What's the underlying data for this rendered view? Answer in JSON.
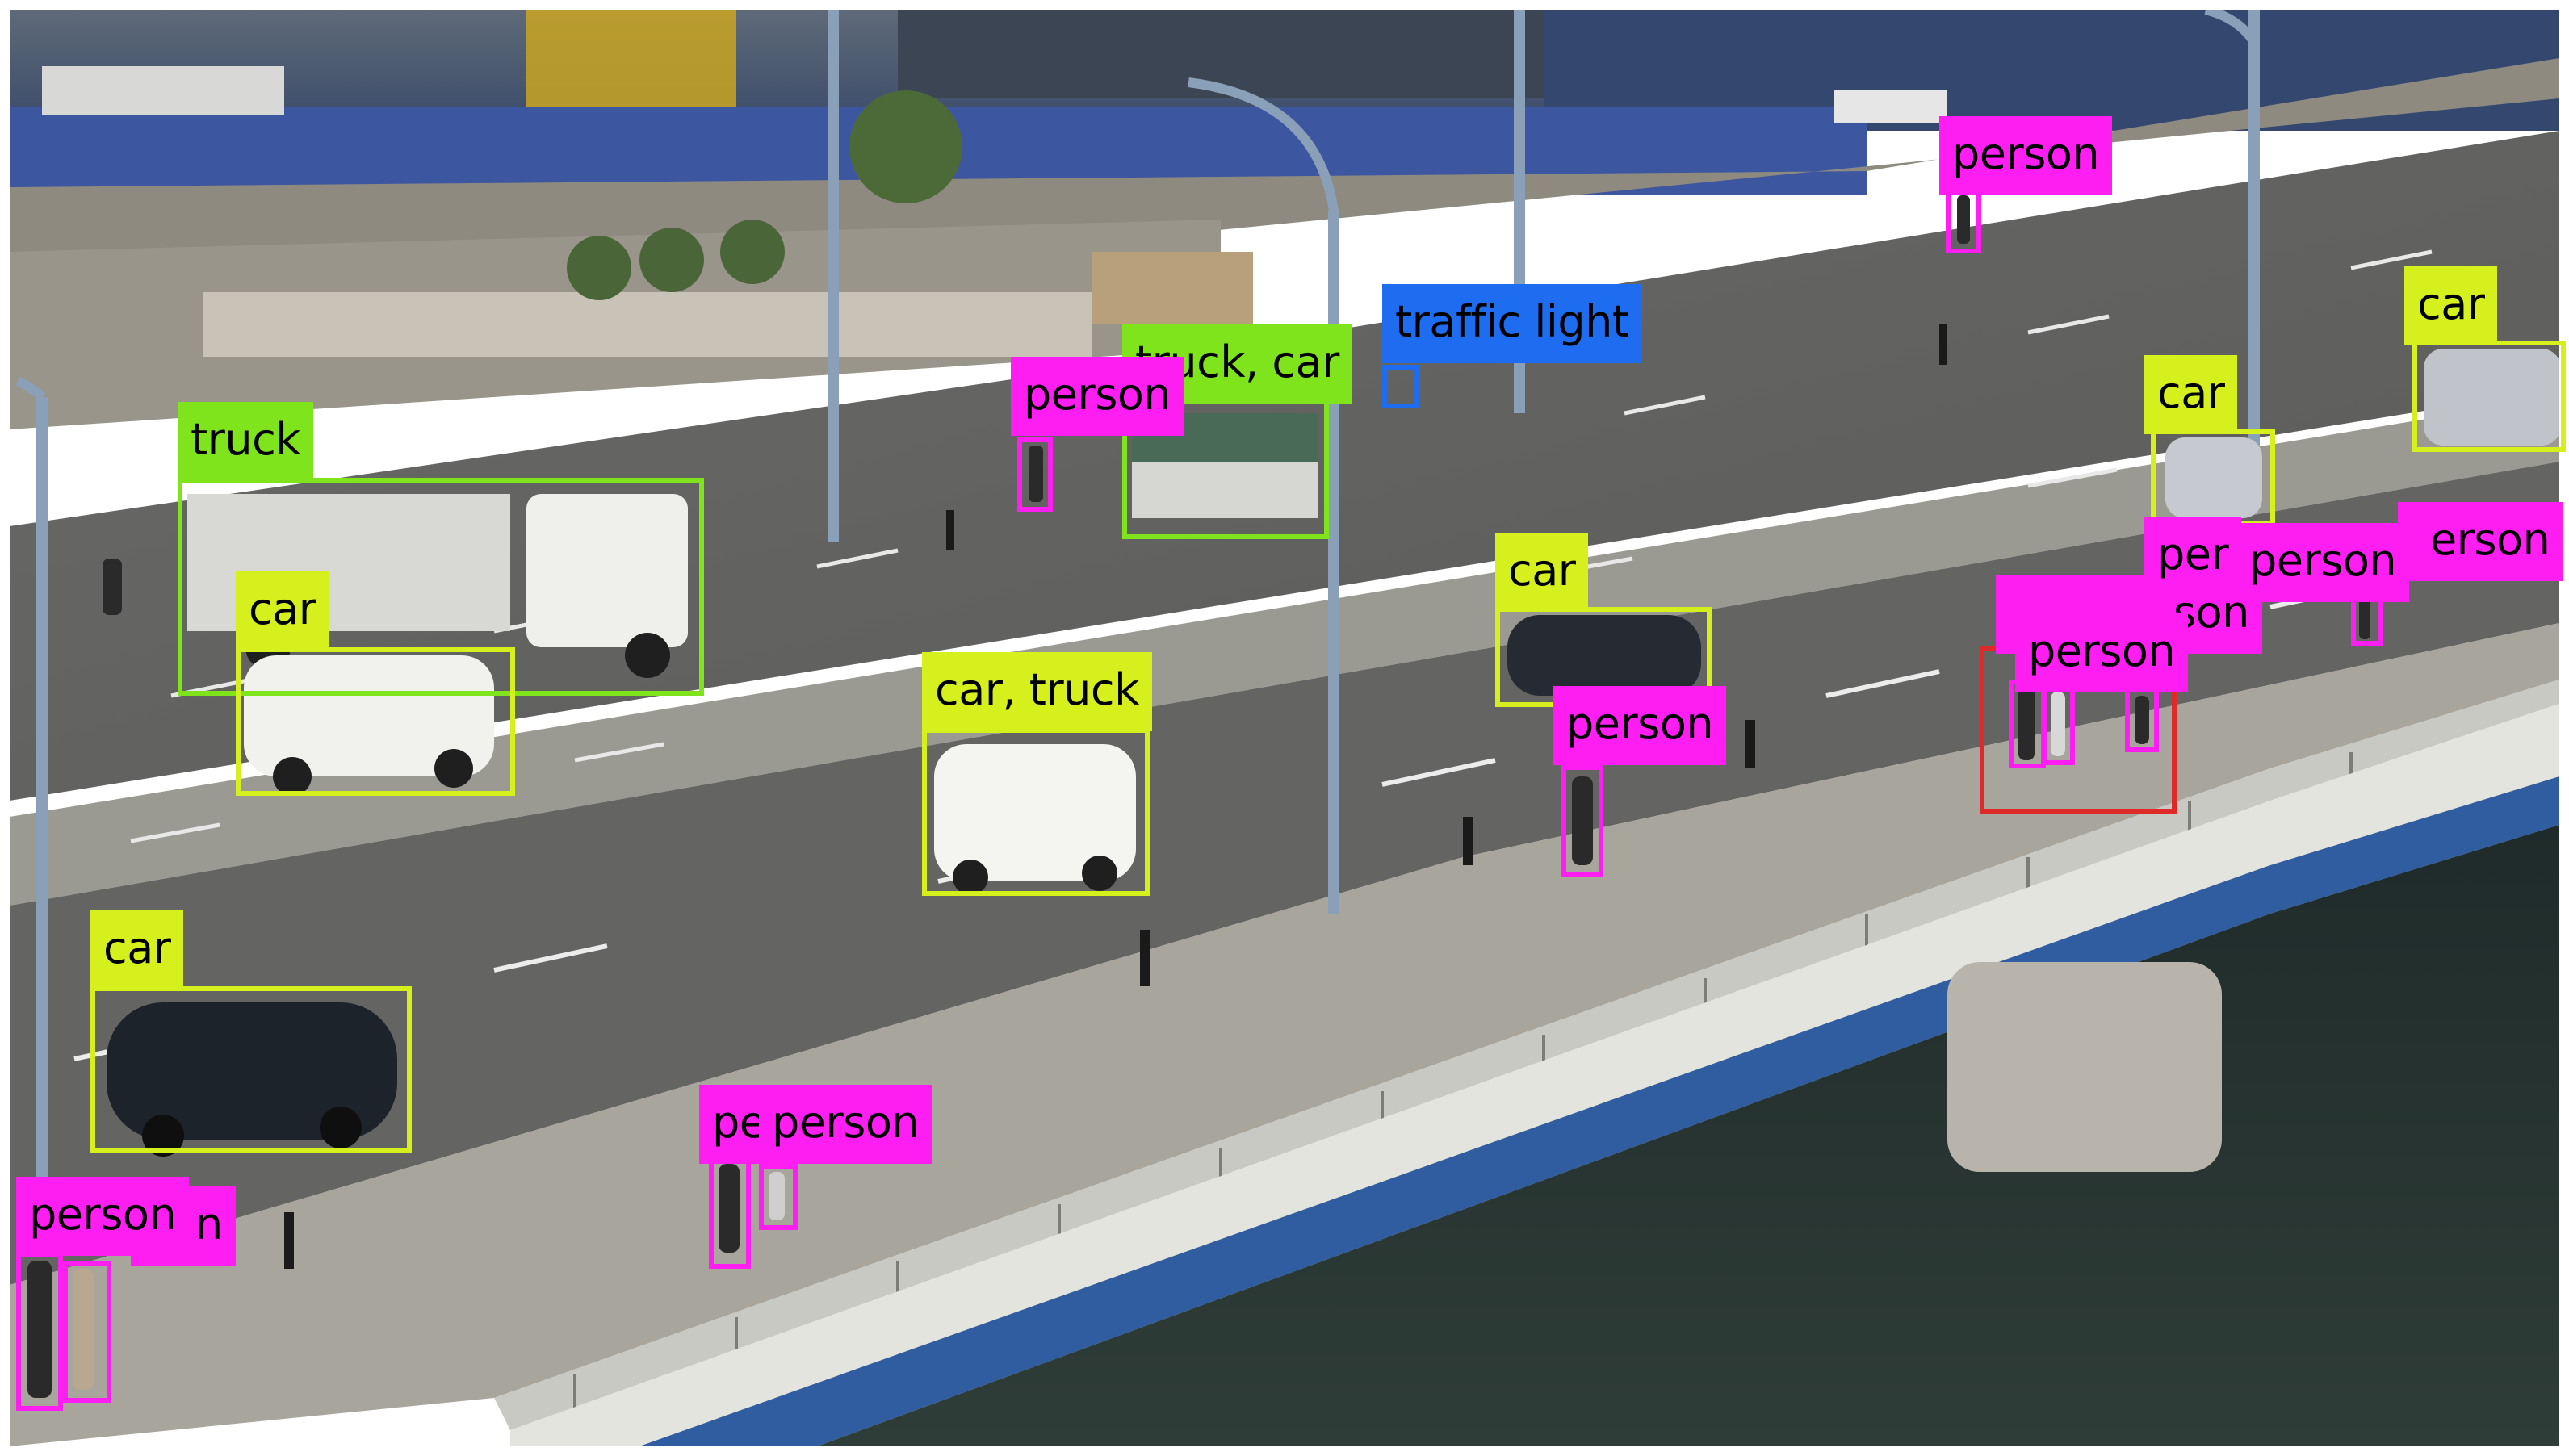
{
  "colors": {
    "car": "#d6f01e",
    "truck": "#7fe41c",
    "person": "#ff1ef2",
    "traffic_light": "#1e6cf0",
    "highlight": "#e02a2a"
  },
  "detections": {
    "person_top_right": {
      "label": "person"
    },
    "car_far_right": {
      "label": "car"
    },
    "traffic_light": {
      "label": "traffic light"
    },
    "truck_car_center": {
      "label": "truck, car"
    },
    "person_center_top": {
      "label": "person"
    },
    "truck_left": {
      "label": "truck"
    },
    "car_white_van_left": {
      "label": "car"
    },
    "car_silver_right": {
      "label": "car"
    },
    "car_dark_center": {
      "label": "car"
    },
    "car_truck_center": {
      "label": "car, truck"
    },
    "person_center": {
      "label": "person"
    },
    "car_bottom_left": {
      "label": "car"
    },
    "person_bottom_left_a": {
      "label": "person"
    },
    "person_bottom_left_b": {
      "label": "n"
    },
    "person_bottom_center_a": {
      "label": "pe"
    },
    "person_bottom_center_b": {
      "label": "person"
    },
    "person_cluster_1": {
      "label": "per"
    },
    "person_cluster_2": {
      "label": "person"
    },
    "person_cluster_3": {
      "label": "erson"
    },
    "person_cluster_4": {
      "label": "son"
    },
    "person_cluster_5": {
      "label": "person"
    }
  }
}
